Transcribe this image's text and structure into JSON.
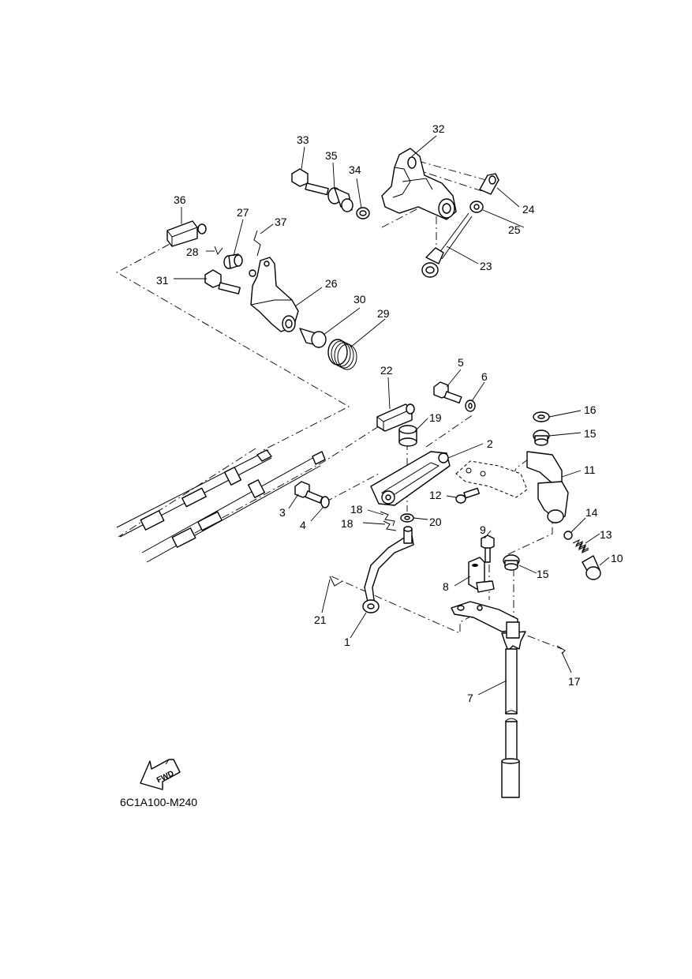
{
  "diagram_code": "6C1A100-M240",
  "fwd_label": "FWD",
  "callouts": [
    "1",
    "2",
    "3",
    "4",
    "5",
    "6",
    "7",
    "8",
    "9",
    "10",
    "11",
    "12",
    "13",
    "14",
    "15",
    "15",
    "16",
    "17",
    "18",
    "18",
    "19",
    "20",
    "21",
    "22",
    "23",
    "24",
    "25",
    "26",
    "27",
    "28",
    "29",
    "30",
    "31",
    "32",
    "33",
    "34",
    "35",
    "36",
    "37"
  ]
}
